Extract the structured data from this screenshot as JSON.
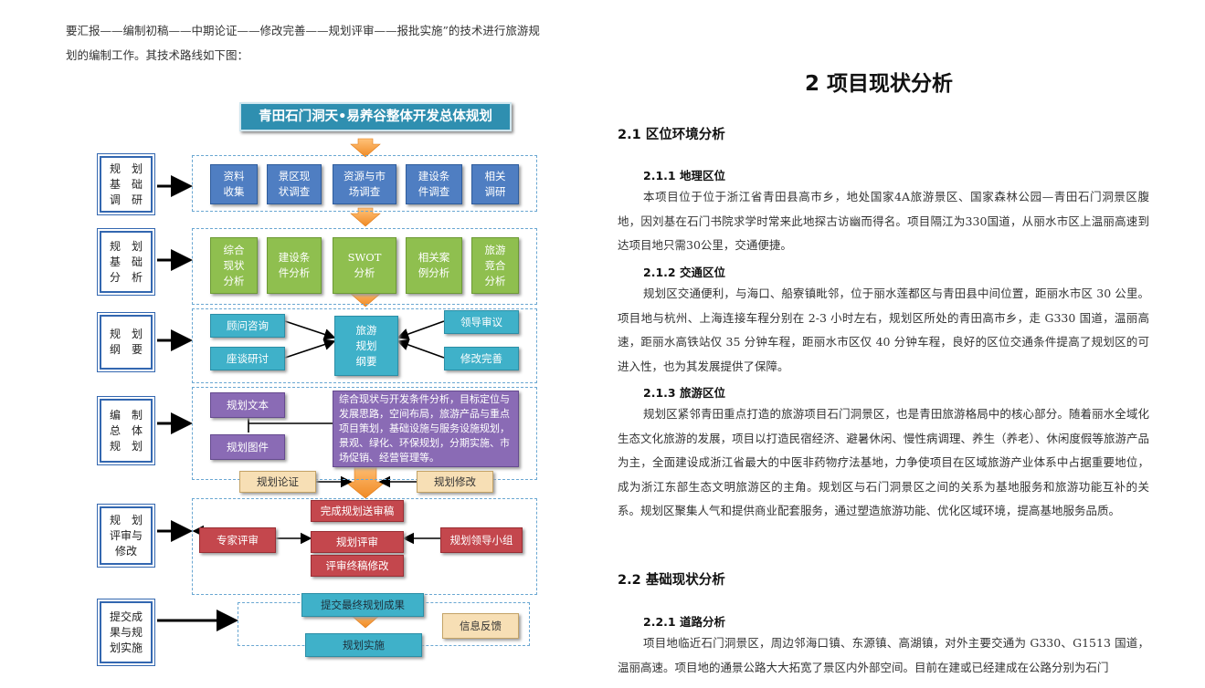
{
  "intro": {
    "line1": "要汇报——编制初稿——中期论证——修改完善——规划评审——报批实施”的技术进行旅游规",
    "line2": "划的编制工作。其技术路线如下图："
  },
  "flowchart": {
    "title": "青田石门洞天•易养谷整体开发总体规划",
    "stages": [
      "规　划\n基　础\n调　研",
      "规　划\n基　础\n分　析",
      "规　划\n纲　要",
      "编　制\n总　体\n规　划",
      "规　划\n评审与\n修改",
      "提交成\n果与规\n划实施"
    ],
    "research": [
      "资料\n收集",
      "景区现\n状调查",
      "资源与市\n场调查",
      "建设条\n件调查",
      "相关\n调研"
    ],
    "analysis": [
      "综合\n现状\n分析",
      "建设条\n件分析",
      "SWOT\n分析",
      "相关案\n例分析",
      "旅游\n竞合\n分析"
    ],
    "outline": {
      "left": [
        "顾问咨询",
        "座谈研讨"
      ],
      "center": "旅游\n规划\n纲要",
      "right": [
        "领导审议",
        "修改完善"
      ]
    },
    "plan": {
      "docs": [
        "规划文本",
        "规划图件"
      ],
      "content": "综合现状与开发条件分析，目标定位与发展思路，空间布局，旅游产品与重点项目策划，基础设施与服务设施规划，景观、绿化、环保规划，分期实施、市场促销、经营管理等。"
    },
    "review_tags": [
      "规划论证",
      "规划修改"
    ],
    "review": {
      "submit": "完成规划送审稿",
      "expert": "专家评审",
      "review": "规划评审",
      "leader": "规划领导小组",
      "final_edit": "评审终稿修改"
    },
    "final": {
      "submit": "提交最终规划成果",
      "implement": "规划实施",
      "feedback": "信息反馈"
    }
  },
  "doc": {
    "h1": "2 项目现状分析",
    "s21": "2.1 区位环境分析",
    "s211": "2.1.1 地理区位",
    "p211": "本项目位于位于浙江省青田县高市乡，地处国家4A旅游景区、国家森林公园—青田石门洞景区腹地，因刘基在石门书院求学时常来此地探古访幽而得名。项目隔江为330国道，从丽水市区上温丽高速到达项目地只需30公里，交通便捷。",
    "s212": "2.1.2 交通区位",
    "p212": "规划区交通便利，与海口、船寮镇毗邻，位于丽水莲都区与青田县中间位置，距丽水市区 30 公里。项目地与杭州、上海连接车程分别在 2-3 小时左右，规划区所处的青田高市乡，走 G330 国道，温丽高速，距丽水高铁站仅 35 分钟车程，距丽水市区仅 40 分钟车程，良好的区位交通条件提高了规划区的可进入性，也为其发展提供了保障。",
    "s213": "2.1.3 旅游区位",
    "p213": "规划区紧邻青田重点打造的旅游项目石门洞景区，也是青田旅游格局中的核心部分。随着丽水全域化生态文化旅游的发展，项目以打造民宿经济、避暑休闲、慢性病调理、养生（养老）、休闲度假等旅游产品为主，全面建设成浙江省最大的中医非药物疗法基地，力争使项目在区域旅游产业体系中占据重要地位，成为浙江东部生态文明旅游区的主角。规划区与石门洞景区之间的关系为基地服务和旅游功能互补的关系。规划区聚集人气和提供商业配套服务，通过塑造旅游功能、优化区域环境，提高基地服务品质。",
    "s22": "2.2 基础现状分析",
    "s221": "2.2.1 道路分析",
    "p221": "项目地临近石门洞景区，周边邻海口镇、东源镇、高湖镇，对外主要交通为 G330、G1513 国道，温丽高速。项目地的通景公路大大拓宽了景区内外部空间。目前在建或已经建成在公路分别为石门"
  }
}
